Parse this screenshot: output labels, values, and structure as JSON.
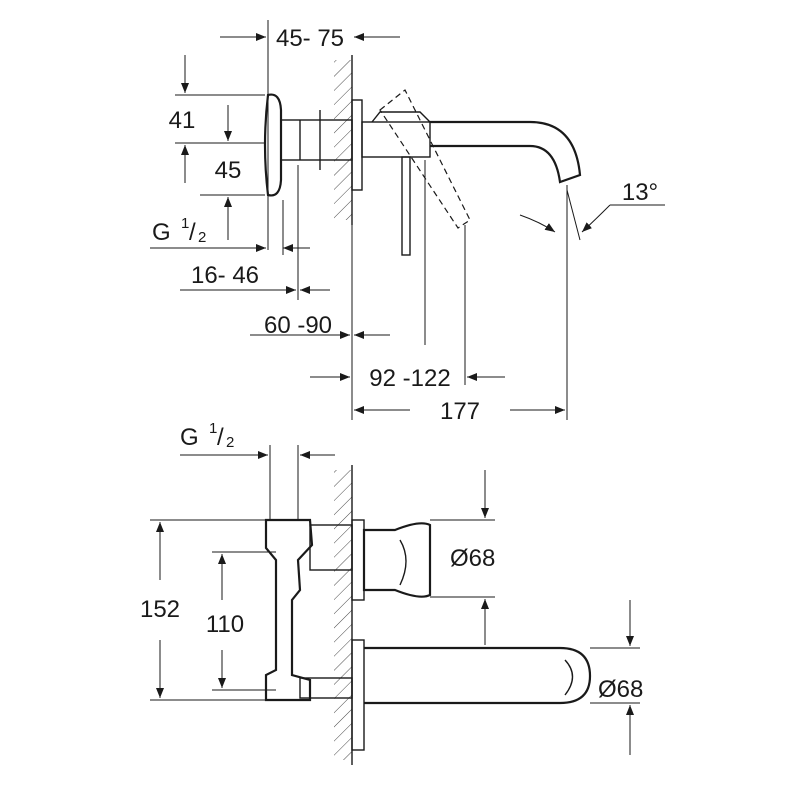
{
  "top_view": {
    "dims": {
      "depth_range": "45- 75",
      "h1": "41",
      "h2": "45",
      "thread_g": "G",
      "thread_num": "1",
      "thread_den": "2",
      "range_16_46": "16- 46",
      "range_60_90": "60 -90",
      "range_92_122": "92 -122",
      "reach": "177",
      "angle": "13°"
    }
  },
  "bottom_view": {
    "dims": {
      "thread_g": "G",
      "thread_num": "1",
      "thread_den": "2",
      "height_total": "152",
      "height_inner": "110",
      "handle_dia": "Ø68",
      "spout_dia": "Ø68"
    }
  }
}
